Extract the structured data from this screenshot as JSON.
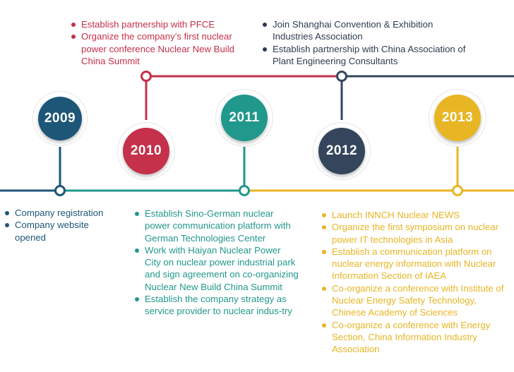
{
  "colors": {
    "blue": "#1e5678",
    "red": "#c5304a",
    "teal": "#21988c",
    "navy": "#34455c",
    "gold": "#e8b524"
  },
  "years": [
    "2009",
    "2010",
    "2011",
    "2012",
    "2013"
  ],
  "milestones": {
    "y2009": [
      "Company registration",
      "Company website opened"
    ],
    "y2010": [
      "Establish partnership with PFCE",
      "Organize the company’s first nuclear power conference Nuclear New Build China Summit"
    ],
    "y2011": [
      "Establish Sino-German nuclear power communication platform with German Technologies Center",
      "Work with Haiyan Nuclear Power City on nuclear power industrial park and sign agreement on co-organizing Nuclear New Build China Summit",
      "Establish the company strategy as service provider to nuclear indus-try"
    ],
    "y2012": [
      "Join Shanghai Convention & Exhibition Industries Association",
      "Establish partnership with China Association of Plant Engineering Consultants"
    ],
    "y2013": [
      "Launch INNCH Nuclear NEWS",
      "Organize the first symposium on nuclear power IT technologies in Asia",
      "Establish a communication platform on nuclear energy information with Nuclear Information Section of IAEA",
      "Co-organize a conference with Institute of Nuclear Energy Safety Technology, Chinese Academy of Sciences",
      "Co-organize a conference with Energy Section, China Information Industry Association"
    ]
  }
}
